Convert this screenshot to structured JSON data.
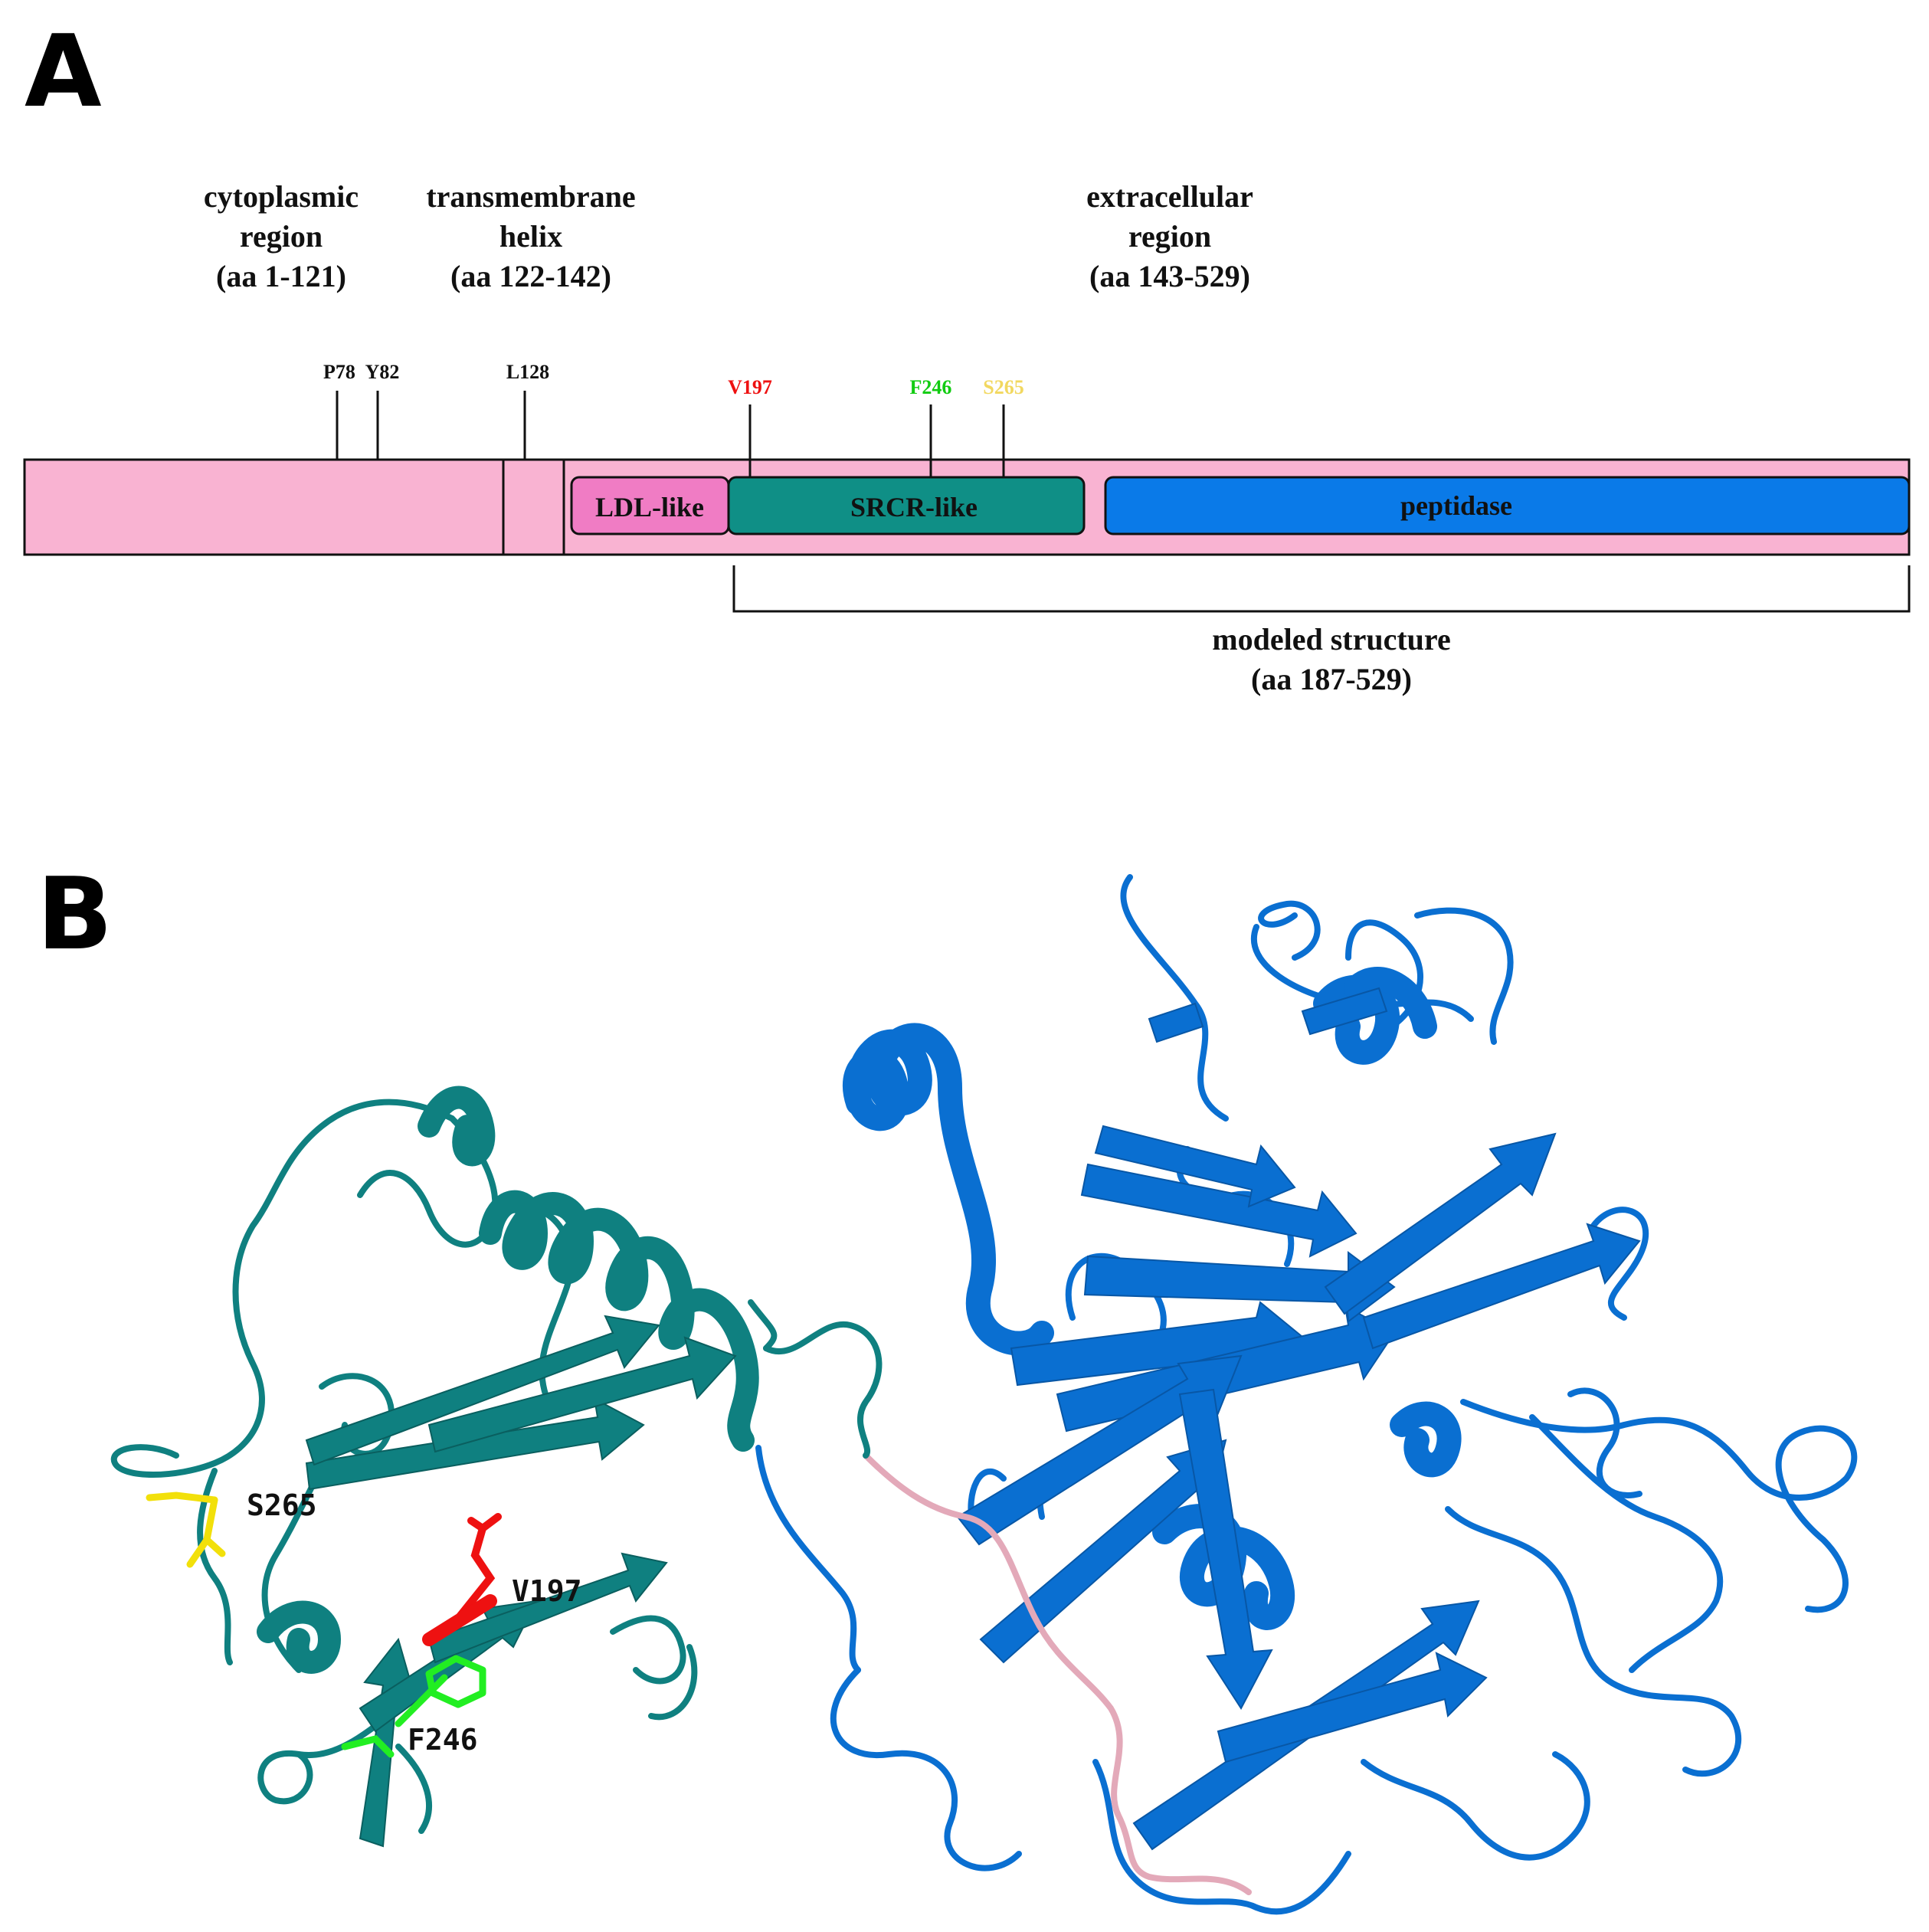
{
  "panel_a": {
    "letter": "A",
    "regions": [
      {
        "lines": [
          "cytoplasmic",
          "region",
          "(aa 1-121)"
        ]
      },
      {
        "lines": [
          "transmembrane",
          "helix",
          "(aa 122-142)"
        ]
      },
      {
        "lines": [
          "extracellular",
          "region",
          "(aa 143-529)"
        ]
      }
    ],
    "sites": [
      {
        "label": "P78",
        "color": "#111111"
      },
      {
        "label": "Y82",
        "color": "#111111"
      },
      {
        "label": "L128",
        "color": "#111111"
      },
      {
        "label": "V197",
        "color": "#ee1111"
      },
      {
        "label": "F246",
        "color": "#11cc11"
      },
      {
        "label": "S265",
        "color": "#f2d860"
      }
    ],
    "domains": [
      {
        "label": "LDL-like",
        "color": "#f07cc4"
      },
      {
        "label": "SRCR-like",
        "color": "#0f8f86"
      },
      {
        "label": "peptidase",
        "color": "#0a7ae8"
      }
    ],
    "bar_color": "#f9b3d2",
    "modeled": {
      "lines": [
        "modeled structure",
        "(aa 187-529)"
      ]
    }
  },
  "panel_b": {
    "letter": "B",
    "residues": [
      {
        "label": "S265",
        "color": "#f2e00a"
      },
      {
        "label": "V197",
        "color": "#ee1111"
      },
      {
        "label": "F246",
        "color": "#22ee22"
      }
    ],
    "colors": {
      "srcr_domain": "#0f8080",
      "peptidase_domain": "#0a6fd1",
      "linker": "#e3a9b9"
    }
  }
}
